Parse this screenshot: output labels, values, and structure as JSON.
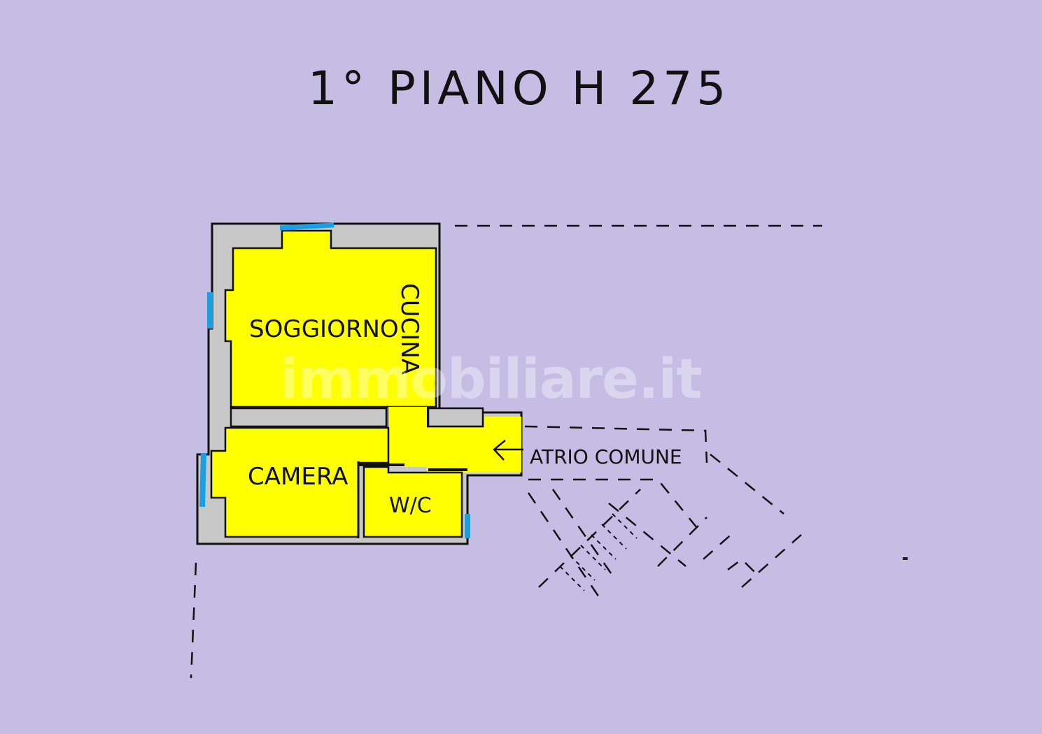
{
  "title": "1° PIANO  H 275",
  "floor": {
    "level": "1° PIANO",
    "height_label": "H 275"
  },
  "rooms": [
    {
      "name": "SOGGIORNO"
    },
    {
      "name": "CUCINA"
    },
    {
      "name": "CAMERA"
    },
    {
      "name": "WC",
      "display": "W/C"
    },
    {
      "name": "ATRIO COMUNE"
    }
  ],
  "watermark": "immobiliare.it",
  "colors": {
    "background": "#c6bde5",
    "room_fill": "#ffff00",
    "wall_fill": "#c8c8c8",
    "window": "#1aa0e0",
    "line": "#111111"
  },
  "icons": {
    "entrance": "arrow-left-icon"
  }
}
